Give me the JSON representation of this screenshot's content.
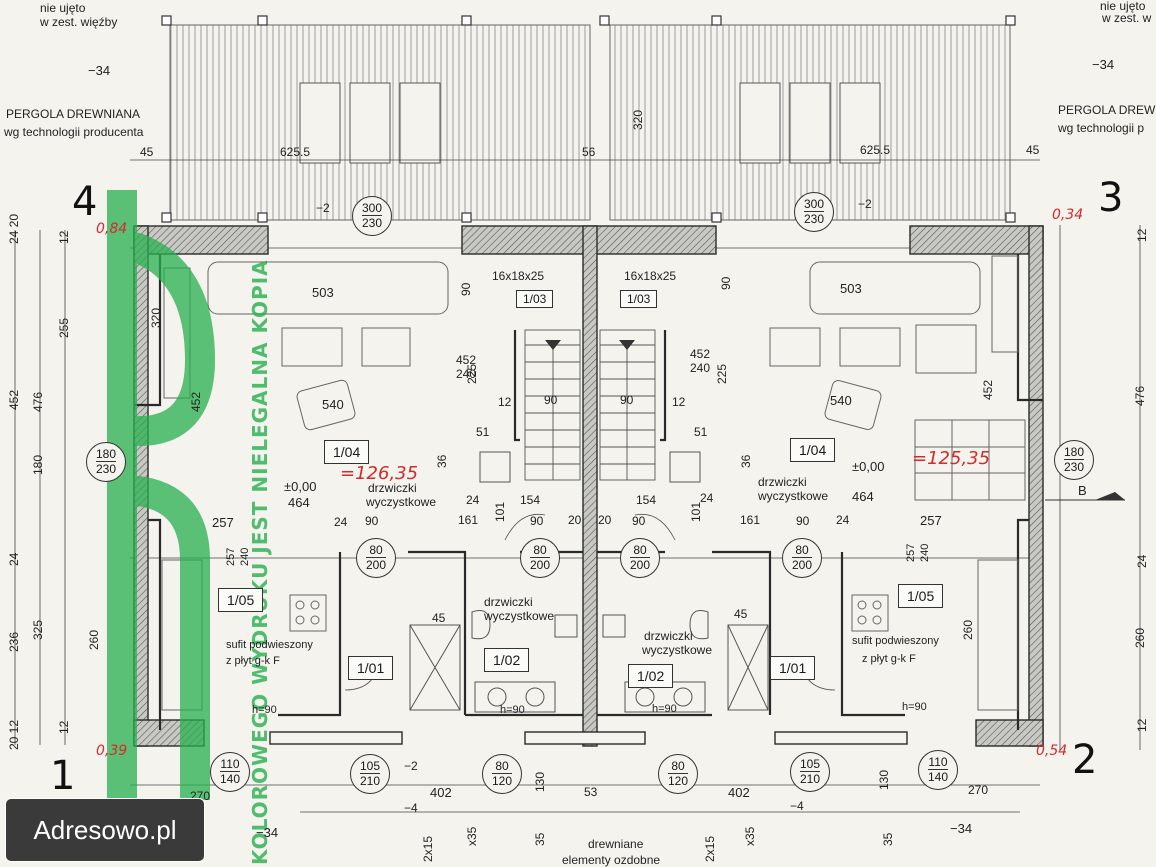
{
  "watermark": {
    "text": "KOLOROWEGO WYDRUKU JEST NIELEGALNA KOPIA"
  },
  "brand": {
    "text": "Adresowo.pl"
  },
  "corners": {
    "c1": "1",
    "c2": "2",
    "c3": "3",
    "c4": "4"
  },
  "notes": {
    "nie_ujeto_left": "nie ujęto",
    "w_zest_left": "w zest. więźby",
    "nie_ujeto_right": "nie ujęto",
    "w_zest_right": "w zest. w",
    "pergola_left": "PERGOLA DREWNIANA",
    "tech_left": "wg technologii producenta",
    "pergola_right": "PERGOLA DREWNIA",
    "tech_right": "wg technologii p",
    "level_m34_tl": "−34",
    "level_m34_tr": "−34",
    "level_m34_bl": "−34",
    "level_m34_br": "−34",
    "level_m2_l": "−2",
    "level_m2_r": "−2",
    "level_m2_bl": "−2",
    "level_m4_l": "−4",
    "level_m4_r": "−4",
    "drewniane": "drewniane",
    "elementy": "elementy ozdobne",
    "section_b": "B"
  },
  "rooms": {
    "r104_left": "1/04",
    "r104_right": "1/04",
    "r105_left": "1/05",
    "r105_right": "1/05",
    "r101_left": "1/01",
    "r101_right": "1/01",
    "r102_left": "1/02",
    "r102_right": "1/02",
    "r103_left": "1/03",
    "r103_right": "1/03"
  },
  "labels": {
    "stairs_left": "16x18x25",
    "stairs_right": "16x18x25",
    "level_left": "±0,00",
    "level_right": "±0,00",
    "drzwiczki_a": "drzwiczki",
    "wycz_a": "wyczystkowe",
    "drzwiczki_b": "drzwiczki",
    "wycz_b": "wyczystkowe",
    "drzwiczki_c": "drzwiczki",
    "wycz_c": "wyczystkowe",
    "drzwiczki_d": "drzwiczki",
    "wycz_d": "wyczystkowe",
    "sufit_left": "sufit podwieszony",
    "plyt_left": "z płyt g-k F",
    "sufit_right": "sufit podwieszony",
    "plyt_right": "z płyt g-k F",
    "h90_a": "h=90",
    "h90_b": "h=90",
    "h90_c": "h=90",
    "h90_d": "h=90"
  },
  "dims": {
    "d45_l": "45",
    "d6255_l": "625.5",
    "d56": "56",
    "d6255_r": "625.5",
    "d45_r": "45",
    "d320_a": "320",
    "d320_b": "320",
    "d503_l": "503",
    "d503_r": "503",
    "d540_l": "540",
    "d540_r": "540",
    "d464_l": "464",
    "d464_r": "464",
    "d257_l": "257",
    "d257_r": "257",
    "d90_a": "90",
    "d90_b": "90",
    "d90_c": "90",
    "d90_d": "90",
    "d90_e": "90",
    "d90_f": "90",
    "d90_g": "90",
    "d90_h": "90",
    "d24_a": "24",
    "d24_b": "24",
    "d24_c": "24",
    "d24_d": "24",
    "d20_a": "20",
    "d20_b": "20",
    "d161_l": "161",
    "d161_r": "161",
    "d154_l": "154",
    "d154_r": "154",
    "d12_a": "12",
    "d12_b": "12",
    "d51_l": "51",
    "d51_r": "51",
    "d36_l": "36",
    "d36_r": "36",
    "d101_l": "101",
    "d101_r": "101",
    "d225_l": "225",
    "d225_r": "225",
    "d452_240_l": "452",
    "d240_l": "240",
    "d452_240_r": "452",
    "d240_r": "240",
    "d452_v_l": "452",
    "d452_v_r": "452",
    "d45_ka": "45",
    "d45_kb": "45",
    "d257_240_l": "257",
    "d240_kl": "240",
    "d257_240_r": "257",
    "d240_kr": "240",
    "d260_l": "260",
    "d260_r": "260",
    "d260_rr": "260",
    "d402_l": "402",
    "d402_r": "402",
    "d130_l": "130",
    "d130_r": "130",
    "d53": "53",
    "d270_l": "270",
    "d270_r": "270",
    "d35_l": "35",
    "d35_r": "35",
    "side_l_12a": "12",
    "side_l_255": "255",
    "side_l_476": "476",
    "side_l_452": "452",
    "side_l_180": "180",
    "side_l_24": "24",
    "side_l_325": "325",
    "side_l_236": "236",
    "side_l_12b": "12",
    "side_l_2420": "24 20",
    "side_l_2020": "20 12",
    "side_r_12a": "12",
    "side_r_476": "476",
    "side_r_24": "24",
    "side_r_260": "260",
    "side_r_12b": "12",
    "x2_215_a": "2x15",
    "x2_215_b": "2x15",
    "x35_a": "x35",
    "x35_b": "x35"
  },
  "openings": {
    "o300_l_t": "300",
    "o300_l_b": "230",
    "o300_r_t": "300",
    "o300_r_b": "230",
    "o180_l_t": "180",
    "o180_l_b": "230",
    "o180_r_t": "180",
    "o180_r_b": "230",
    "o80_a_t": "80",
    "o80_a_b": "200",
    "o80_b_t": "80",
    "o80_b_b": "200",
    "o80_c_t": "80",
    "o80_c_b": "200",
    "o80_d_t": "80",
    "o80_d_b": "200",
    "o105_l_t": "105",
    "o105_l_b": "210",
    "o105_r_t": "105",
    "o105_r_b": "210",
    "o80_e_t": "80",
    "o80_e_b": "120",
    "o80_f_t": "80",
    "o80_f_b": "120",
    "o110_l_t": "110",
    "o110_l_b": "140",
    "o110_r_t": "110",
    "o110_r_b": "140"
  },
  "red_notes": {
    "left_level": "=126,35",
    "right_level": "=125,35",
    "corner_tl": "0,84",
    "corner_tr": "0,34",
    "corner_bl": "0,39",
    "corner_br": "0,54"
  },
  "colors": {
    "wall": "#3a3a3a",
    "line": "#333333",
    "green": "#27b04e",
    "red": "#d42a2a"
  }
}
